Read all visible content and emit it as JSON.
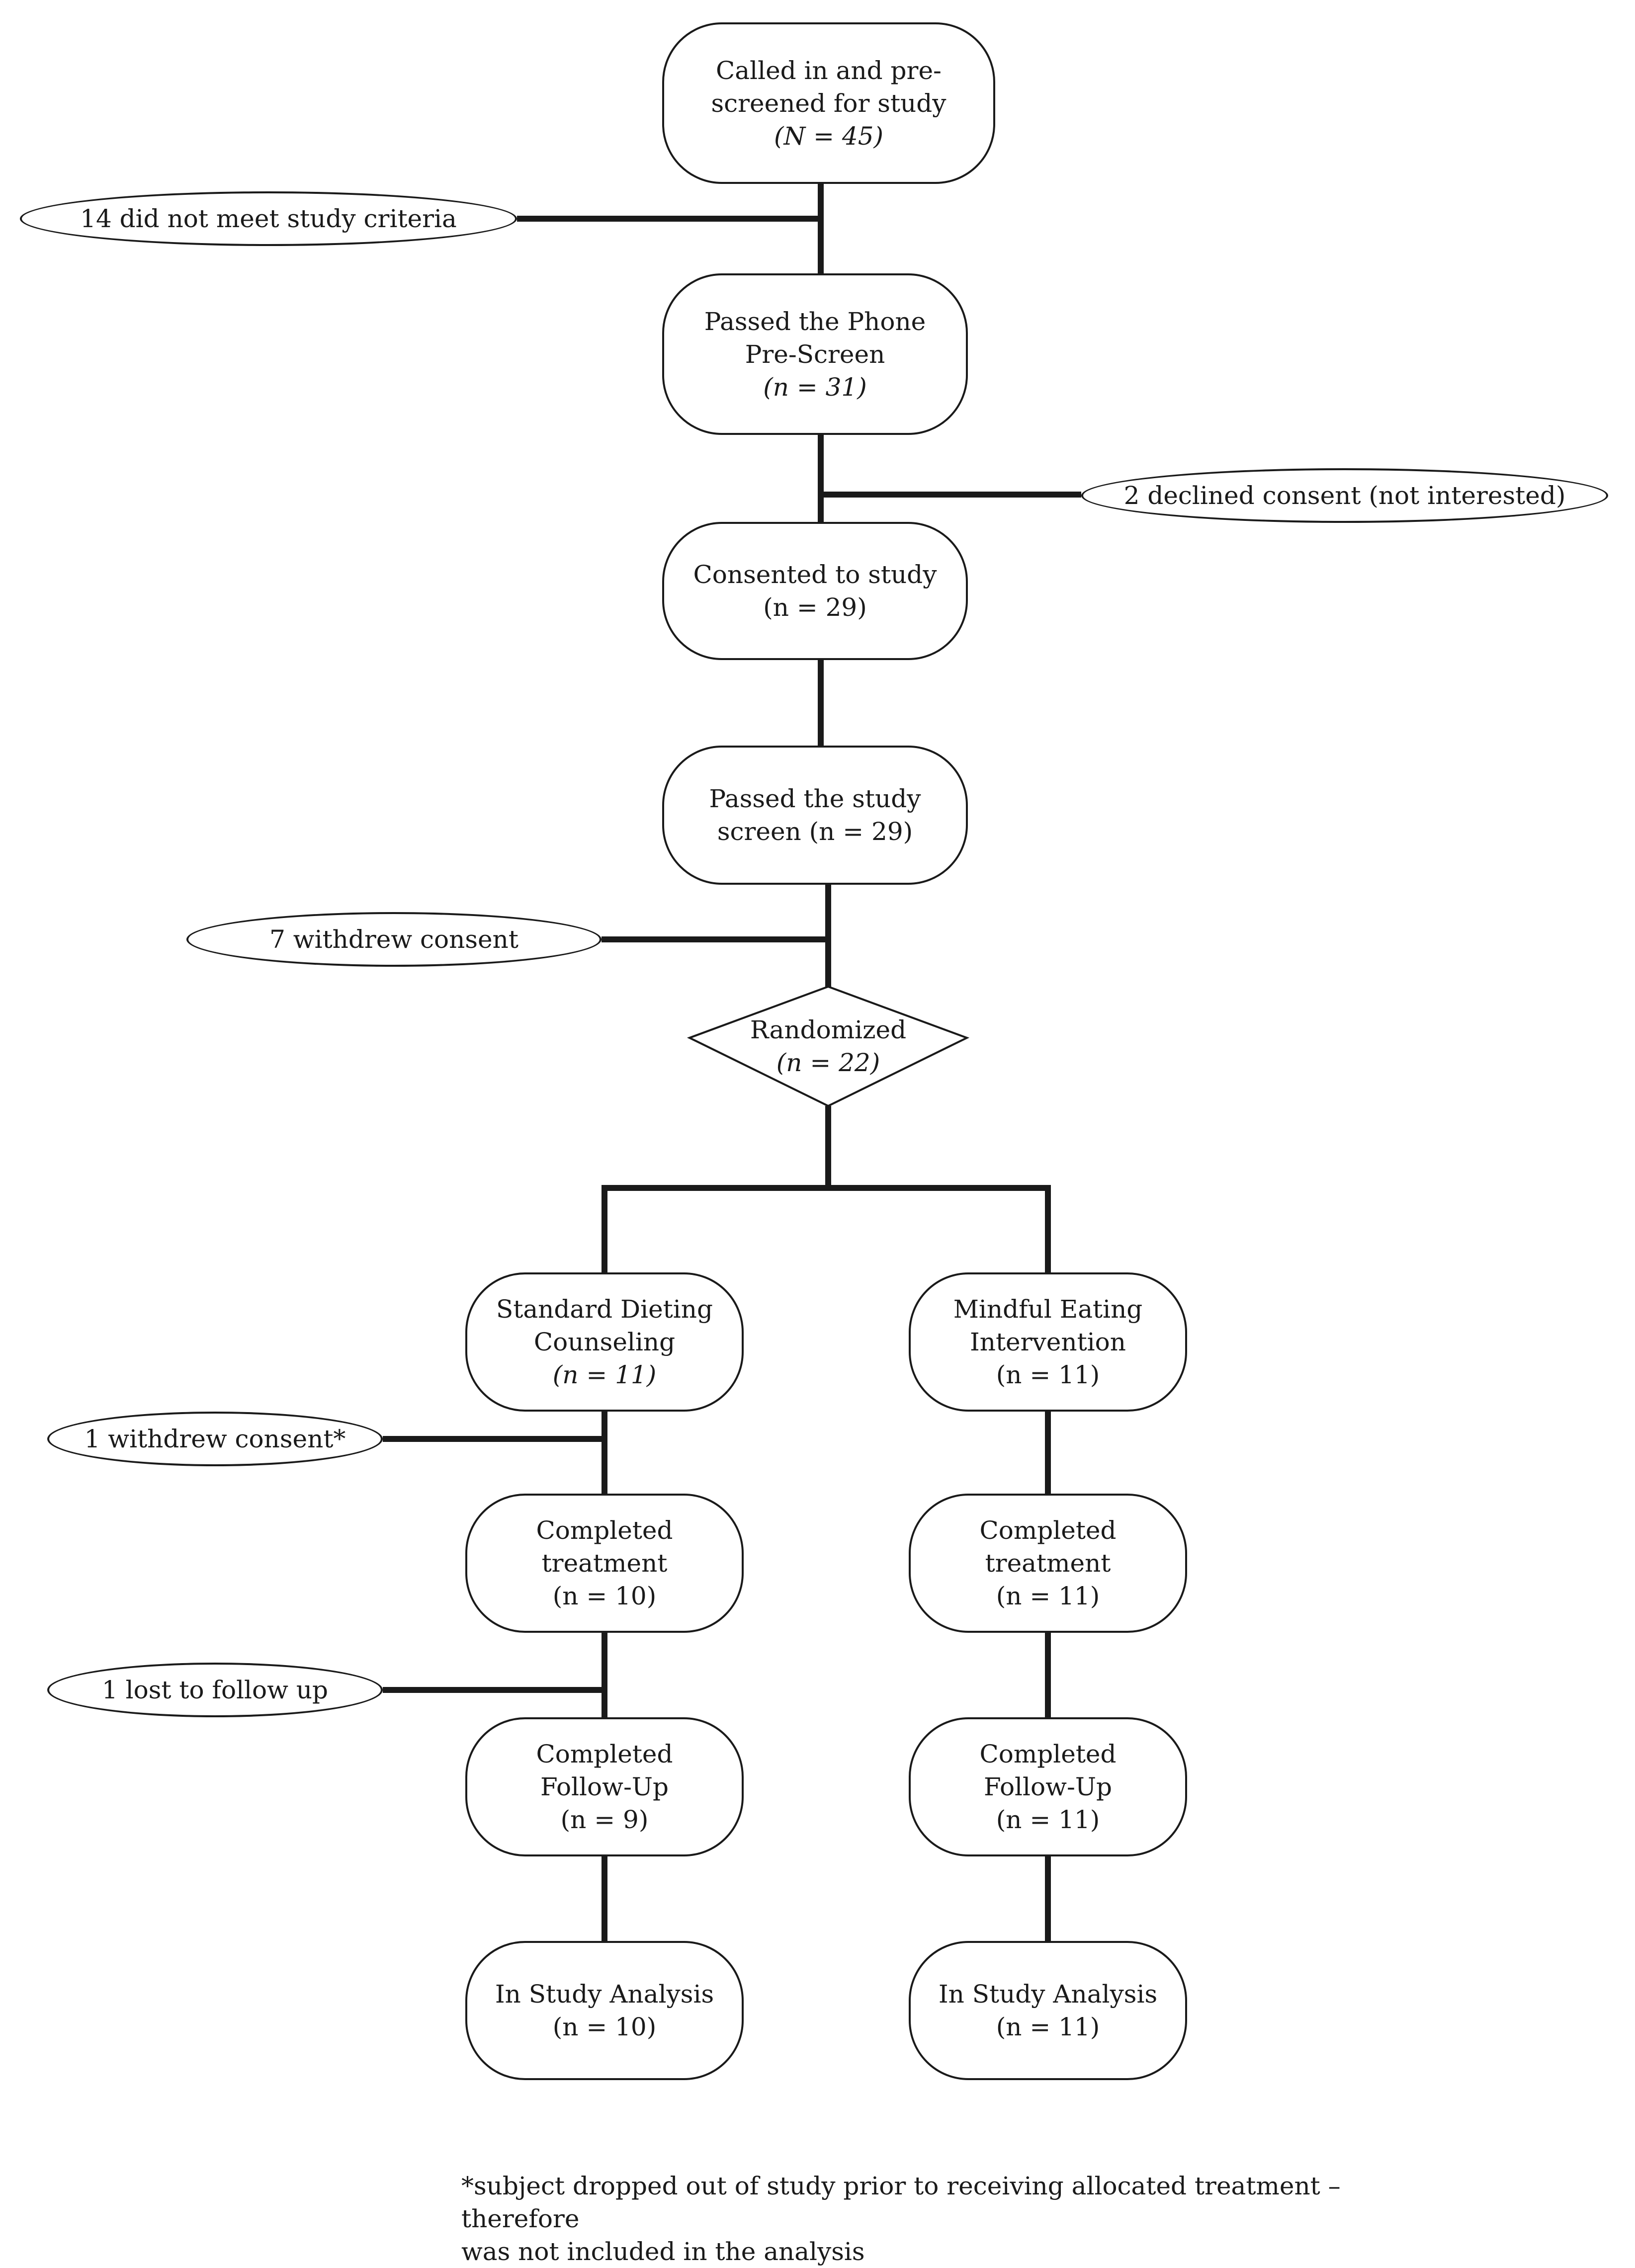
{
  "nodes": {
    "called_in": {
      "line1": "Called in and pre-",
      "line2": "screened for study",
      "count": "(N = 45)"
    },
    "passed_phone": {
      "line1": "Passed the Phone",
      "line2": "Pre-Screen",
      "count": "(n = 31)"
    },
    "consented": {
      "line1": "Consented to study",
      "count": "(n = 29)"
    },
    "passed_screen": {
      "line1": "Passed the study",
      "line2": "screen (n = 29)"
    },
    "randomized": {
      "line1": "Randomized",
      "count": "(n = 22)"
    },
    "standard_dieting": {
      "line1": "Standard Dieting",
      "line2": "Counseling",
      "count": "(n = 11)"
    },
    "mindful_eating": {
      "line1": "Mindful Eating",
      "line2": "Intervention",
      "count": "(n = 11)"
    },
    "sd_completed_treatment": {
      "line1": "Completed",
      "line2": "treatment",
      "count": "(n = 10)"
    },
    "me_completed_treatment": {
      "line1": "Completed",
      "line2": "treatment",
      "count": "(n = 11)"
    },
    "sd_completed_followup": {
      "line1": "Completed",
      "line2": "Follow-Up",
      "count": "(n = 9)"
    },
    "me_completed_followup": {
      "line1": "Completed",
      "line2": "Follow-Up",
      "count": "(n = 11)"
    },
    "sd_analysis": {
      "line1": "In Study Analysis",
      "count": "(n = 10)"
    },
    "me_analysis": {
      "line1": "In Study Analysis",
      "count": "(n = 11)"
    }
  },
  "exclusions": {
    "criteria": "14 did not meet study criteria",
    "declined": "2 declined consent (not interested)",
    "withdrew_7": "7 withdrew consent",
    "withdrew_1": "1 withdrew consent*",
    "lost_followup": "1 lost to follow up"
  },
  "footnote": {
    "line1": "*subject dropped out of study prior to receiving allocated treatment – therefore",
    "line2": "was not included in the analysis"
  },
  "colors": {
    "line": "#1a1a1a",
    "fill": "#ffffff"
  }
}
